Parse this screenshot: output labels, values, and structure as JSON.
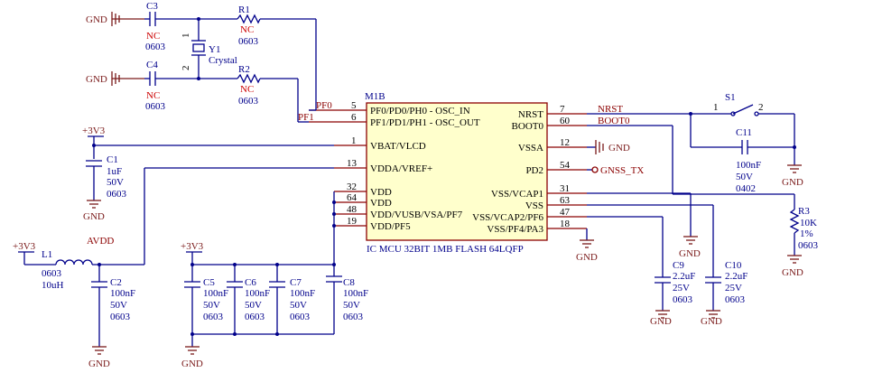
{
  "ic": {
    "designator": "M1B",
    "description": "IC MCU 32BIT 1MB FLASH 64LQFP",
    "left_pins": [
      {
        "num": "5",
        "name": "PF0/PD0/PH0 - OSC_IN"
      },
      {
        "num": "6",
        "name": "PF1/PD1/PH1 - OSC_OUT"
      },
      {
        "num": "1",
        "name": "VBAT/VLCD"
      },
      {
        "num": "13",
        "name": "VDDA/VREF+"
      },
      {
        "num": "32",
        "name": "VDD"
      },
      {
        "num": "64",
        "name": "VDD"
      },
      {
        "num": "48",
        "name": "VDD/VUSB/VSA/PF7"
      },
      {
        "num": "19",
        "name": "VDD/PF5"
      }
    ],
    "right_pins": [
      {
        "num": "7",
        "name": "NRST"
      },
      {
        "num": "60",
        "name": "BOOT0"
      },
      {
        "num": "12",
        "name": "VSSA"
      },
      {
        "num": "54",
        "name": "PD2"
      },
      {
        "num": "31",
        "name": "VSS/VCAP1"
      },
      {
        "num": "63",
        "name": "VSS"
      },
      {
        "num": "47",
        "name": "VSS/VCAP2/PF6"
      },
      {
        "num": "18",
        "name": "VSS/PF4/PA3"
      }
    ]
  },
  "nets": {
    "gnd": "GND",
    "v33": "+3V3",
    "avdd": "AVDD",
    "pf0": "PF0",
    "pf1": "PF1",
    "nrst": "NRST",
    "boot0": "BOOT0",
    "gnss_tx": "GNSS_TX"
  },
  "components": {
    "C3": {
      "ref": "C3",
      "value": "NC",
      "pkg": "0603"
    },
    "C4": {
      "ref": "C4",
      "value": "NC",
      "pkg": "0603"
    },
    "R1": {
      "ref": "R1",
      "value": "NC",
      "pkg": "0603"
    },
    "R2": {
      "ref": "R2",
      "value": "NC",
      "pkg": "0603"
    },
    "Y1": {
      "ref": "Y1",
      "value": "Crystal",
      "pin1": "1",
      "pin2": "2"
    },
    "C1": {
      "ref": "C1",
      "value": "1uF",
      "voltage": "50V",
      "pkg": "0603"
    },
    "L1": {
      "ref": "L1",
      "pkg": "0603",
      "value": "10uH"
    },
    "C2": {
      "ref": "C2",
      "value": "100nF",
      "voltage": "50V",
      "pkg": "0603"
    },
    "C5": {
      "ref": "C5",
      "value": "100nF",
      "voltage": "50V",
      "pkg": "0603"
    },
    "C6": {
      "ref": "C6",
      "value": "100nF",
      "voltage": "50V",
      "pkg": "0603"
    },
    "C7": {
      "ref": "C7",
      "value": "100nF",
      "voltage": "50V",
      "pkg": "0603"
    },
    "C8": {
      "ref": "C8",
      "value": "100nF",
      "voltage": "50V",
      "pkg": "0603"
    },
    "S1": {
      "ref": "S1",
      "pin1": "1",
      "pin2": "2"
    },
    "C11": {
      "ref": "C11",
      "value": "100nF",
      "voltage": "50V",
      "pkg": "0402"
    },
    "R3": {
      "ref": "R3",
      "value": "10K",
      "tol": "1%",
      "pkg": "0603"
    },
    "C9": {
      "ref": "C9",
      "value": "2.2uF",
      "voltage": "25V",
      "pkg": "0603"
    },
    "C10": {
      "ref": "C10",
      "value": "2.2uF",
      "voltage": "25V",
      "pkg": "0603"
    }
  }
}
